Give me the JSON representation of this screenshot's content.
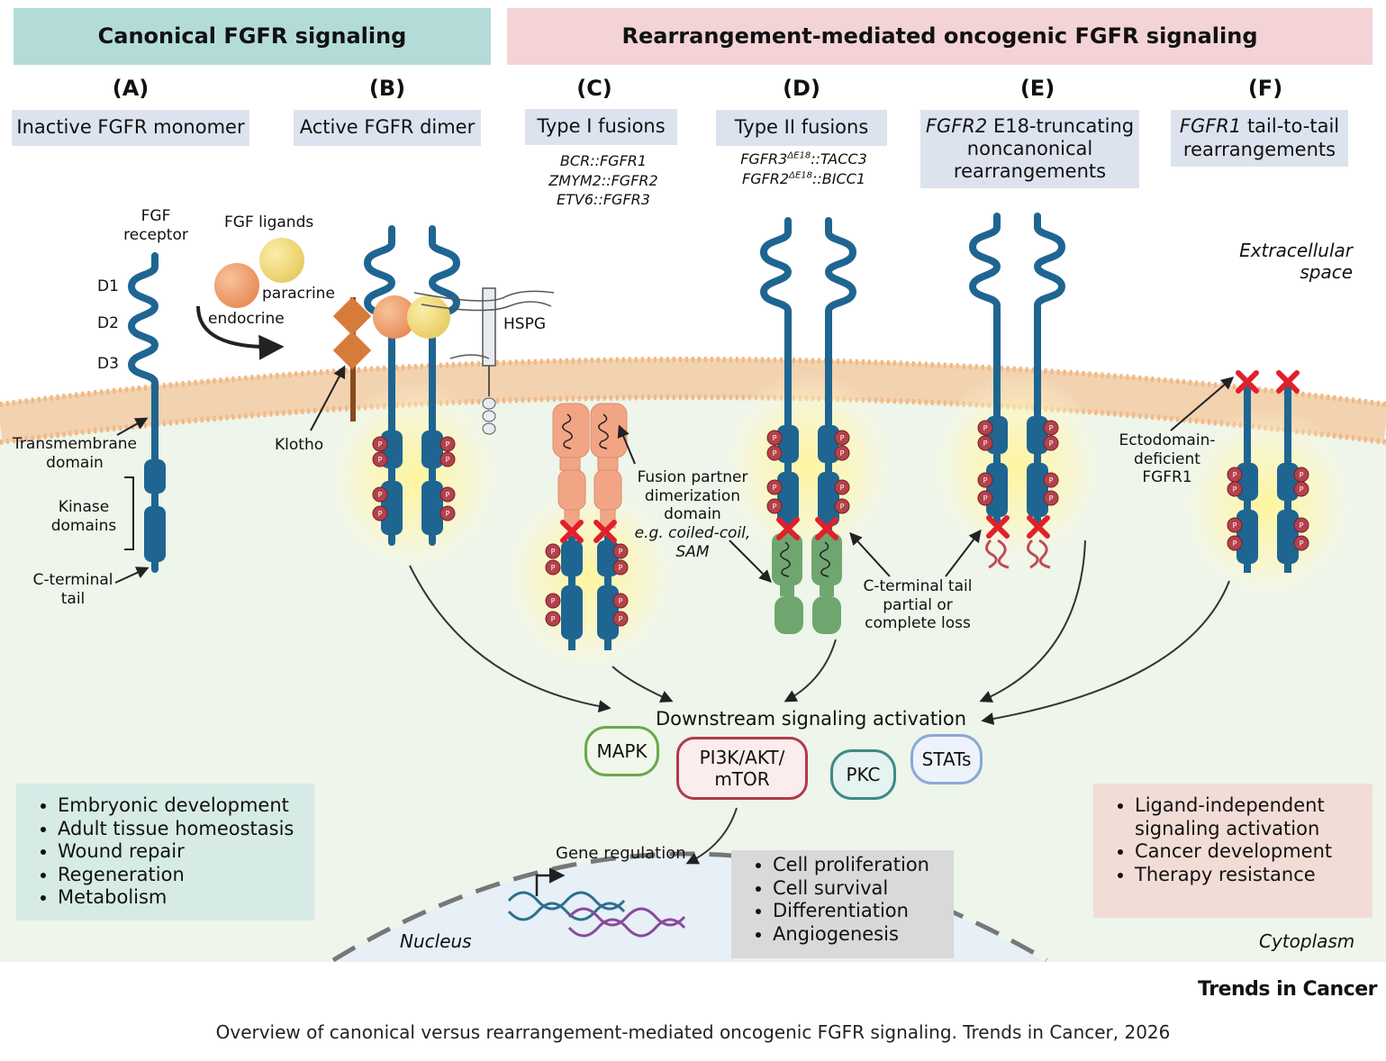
{
  "headers": {
    "canonical": "Canonical FGFR signaling",
    "oncogenic": "Rearrangement-mediated oncogenic FGFR signaling"
  },
  "panels": [
    {
      "letter": "(A)",
      "title": "Inactive FGFR monomer"
    },
    {
      "letter": "(B)",
      "title": "Active FGFR dimer"
    },
    {
      "letter": "(C)",
      "title": "Type I fusions",
      "examples": [
        "BCR::FGFR1",
        "ZMYM2::FGFR2",
        "ETV6::FGFR3"
      ]
    },
    {
      "letter": "(D)",
      "title": "Type II fusions",
      "examples": [
        {
          "gene": "FGFR3",
          "sup": "ΔE18",
          "partner": "::TACC3"
        },
        {
          "gene": "FGFR2",
          "sup": "ΔE18",
          "partner": "::BICC1"
        }
      ]
    },
    {
      "letter": "(E)",
      "title_gene": "FGFR2",
      "title_line1": " E18-truncating",
      "title_line2": "noncanonical",
      "title_line3": "rearrangements"
    },
    {
      "letter": "(F)",
      "title_gene": "FGFR1",
      "title_line1": " tail-to-tail",
      "title_line2": "rearrangements"
    }
  ],
  "labels": {
    "fgf_receptor": [
      "FGF",
      "receptor"
    ],
    "fgf_ligands": "FGF ligands",
    "d1": "D1",
    "d2": "D2",
    "d3": "D3",
    "paracrine": "paracrine",
    "endocrine": "endocrine",
    "hspg": "HSPG",
    "klotho": "Klotho",
    "transmembrane": [
      "Transmembrane",
      "domain"
    ],
    "kinase": [
      "Kinase",
      "domains"
    ],
    "c_terminal": [
      "C-terminal",
      "tail"
    ],
    "fusion_partner": [
      "Fusion partner",
      "dimerization",
      "domain"
    ],
    "fusion_partner_eg": [
      "e.g. coiled-coil,",
      "SAM"
    ],
    "c_tail_loss": [
      "C-terminal tail",
      "partial or",
      "complete loss"
    ],
    "ectodomain": [
      "Ectodomain-",
      "deficient",
      "FGFR1"
    ],
    "extracellular": [
      "Extracellular",
      "space"
    ],
    "cytoplasm": "Cytoplasm",
    "nucleus": "Nucleus",
    "downstream": "Downstream signaling activation",
    "gene_regulation": "Gene regulation",
    "p": "P"
  },
  "pathways": [
    "MAPK",
    "PI3K/AKT/\nmTOR",
    "PKC",
    "STATs"
  ],
  "pathway_colors": {
    "MAPK": "#6aa84f",
    "PI3K": "#b23a48",
    "PKC": "#3d8b85",
    "STATs": "#8aa9d6"
  },
  "canonical_outcomes": [
    "Embryonic development",
    "Adult tissue homeostasis",
    "Wound repair",
    "Regeneration",
    "Metabolism"
  ],
  "oncogenic_outcomes": [
    "Ligand-independent",
    "signaling activation",
    "Cancer development",
    "Therapy resistance"
  ],
  "cell_outcomes": [
    "Cell proliferation",
    "Cell survival",
    "Differentiation",
    "Angiogenesis"
  ],
  "brand": "Trends in Cancer",
  "caption": "Overview of canonical versus rearrangement-mediated oncogenic FGFR signaling. Trends in Cancer, 2026",
  "colors": {
    "canonical_header": "#b3dcd9",
    "oncogenic_header": "#f4d3d6",
    "receptor": "#1f6592",
    "phospho": "#b3424c",
    "fusion_partner": "#f2a585",
    "type2_partner": "#6fa66f",
    "x_mark": "#e0202a",
    "membrane": "#f0c9a0",
    "cytoplasm": "#eef5ea"
  }
}
